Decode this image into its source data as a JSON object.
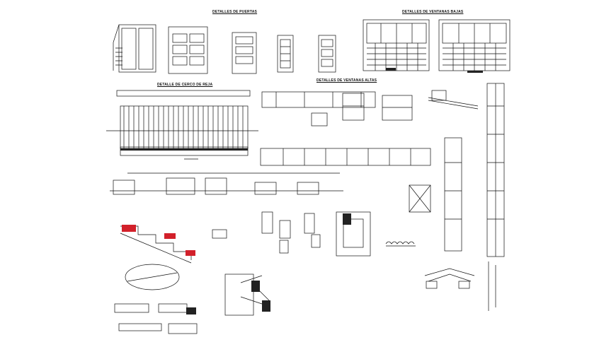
{
  "drawing": {
    "titles": {
      "doors": "DETALLES DE PUERTAS",
      "low_windows": "DETALLES DE VENTANAS BAJAS",
      "water_fence": "DETALLE DE CERCO DE REJA",
      "high_windows": "DETALLES DE VENTANAS ALTAS"
    },
    "colors": {
      "ink": "#111111",
      "hatch_red": "#d2202a",
      "background": "#ffffff"
    }
  }
}
